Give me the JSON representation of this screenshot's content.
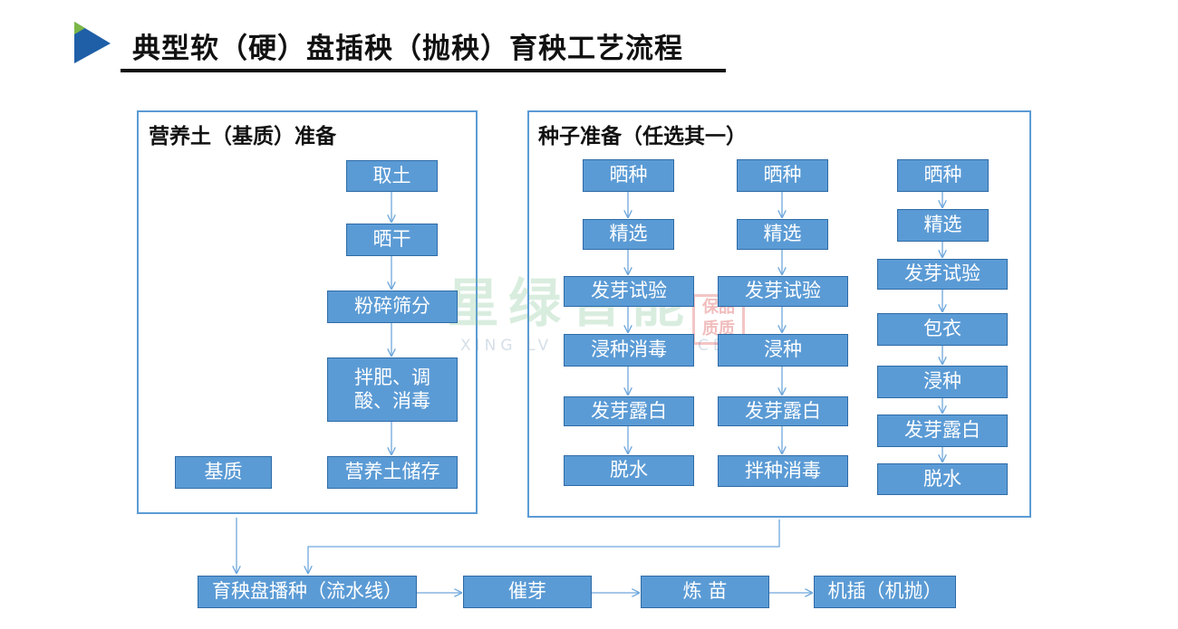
{
  "title": "典型软（硬）盘插秧（抛秧）育秧工艺流程",
  "colors": {
    "box_fill": "#5b9bd5",
    "box_border": "#2e6ba6",
    "arrow": "#6fa8dc",
    "title_triangle_blue": "#1f5fa8",
    "title_triangle_green": "#7ab648"
  },
  "icons": {
    "title_marker": "triangle-marker-icon"
  },
  "soil_panel": {
    "title": "营养土（基质）准备",
    "steps": [
      "取土",
      "晒干",
      "粉碎筛分",
      "拌肥、调",
      "酸、消毒",
      "营养土储存"
    ],
    "substrate": "基质"
  },
  "seed_panel": {
    "title": "种子准备（任选其一）",
    "col1": [
      "晒种",
      "精选",
      "发芽试验",
      "浸种消毒",
      "发芽露白",
      "脱水"
    ],
    "col2": [
      "晒种",
      "精选",
      "发芽试验",
      "浸种",
      "发芽露白",
      "拌种消毒"
    ],
    "col3": [
      "晒种",
      "精选",
      "发芽试验",
      "包衣",
      "浸种",
      "发芽露白",
      "脱水"
    ]
  },
  "bottom": [
    "育秧盘播种（流水线）",
    "催芽",
    "炼 苗",
    "机插（机抛）"
  ],
  "watermark": {
    "cn": "星绿智能",
    "en": "XING LV INTELLIGENCE",
    "seal": [
      "保品",
      "质质"
    ]
  }
}
